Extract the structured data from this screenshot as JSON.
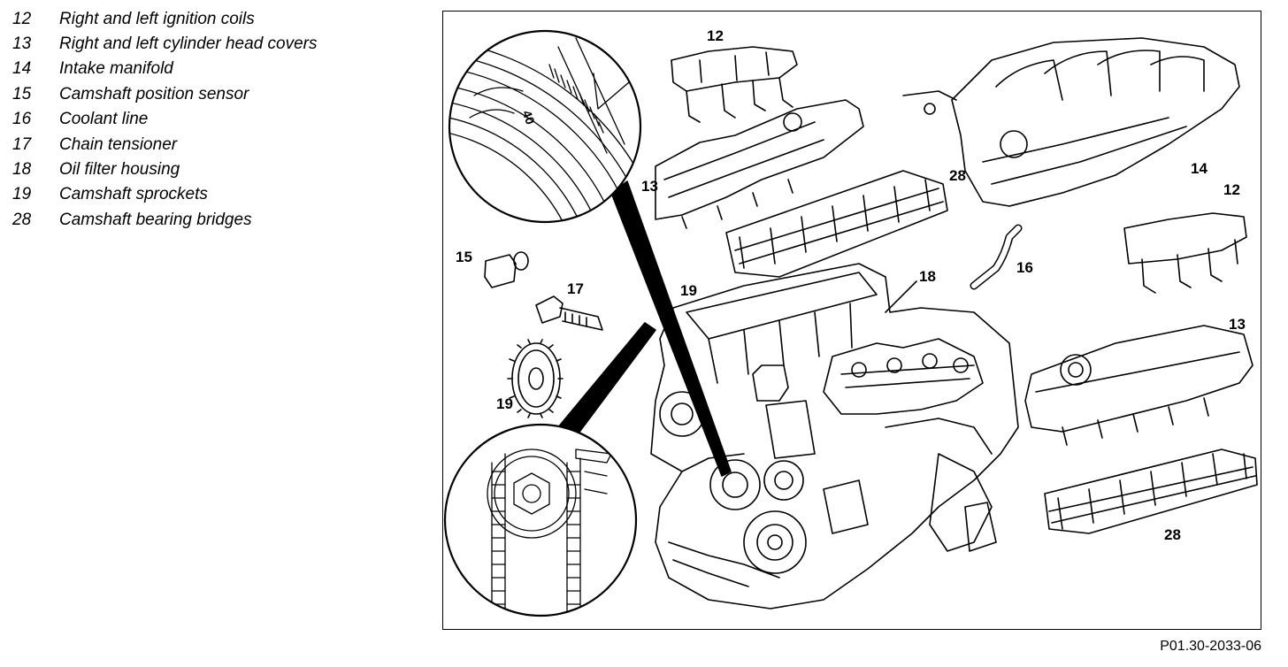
{
  "legend": [
    {
      "num": "12",
      "text": "Right and left ignition coils"
    },
    {
      "num": "13",
      "text": "Right and left cylinder head covers"
    },
    {
      "num": "14",
      "text": "Intake manifold"
    },
    {
      "num": "15",
      "text": "Camshaft position sensor"
    },
    {
      "num": "16",
      "text": "Coolant line"
    },
    {
      "num": "17",
      "text": "Chain tensioner"
    },
    {
      "num": "18",
      "text": "Oil filter housing"
    },
    {
      "num": "19",
      "text": "Camshaft sprockets"
    },
    {
      "num": "28",
      "text": "Camshaft bearing bridges"
    }
  ],
  "callouts": {
    "c12_top": "12",
    "c13_left": "13",
    "c28_top": "28",
    "c14": "14",
    "c12_right": "12",
    "c15": "15",
    "c17": "17",
    "c19_upper": "19",
    "c18": "18",
    "c16": "16",
    "c13_right": "13",
    "c19_lower": "19",
    "c28_bottom": "28",
    "dial_mark": "40"
  },
  "reference_code": "P01.30-2033-06"
}
